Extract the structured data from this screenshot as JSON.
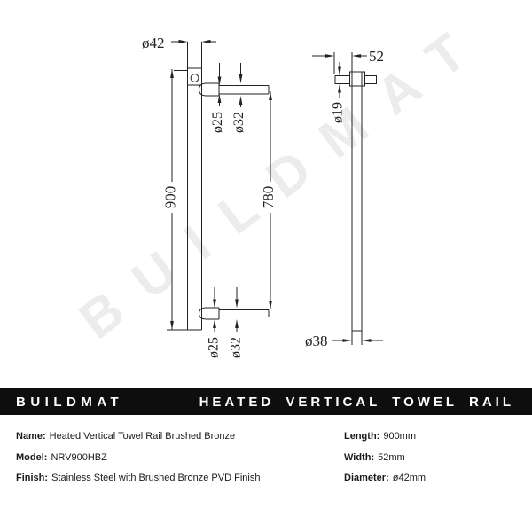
{
  "watermark": "BUILDMAT",
  "banner": {
    "brand": "BUILDMAT",
    "title": "HEATED VERTICAL TOWEL RAIL"
  },
  "drawing": {
    "front": {
      "rail_diameter": "ø42",
      "rail_length": "900",
      "pin_spacing": "780",
      "pin_diameter": "ø25",
      "pin_base_diameter": "ø32"
    },
    "side": {
      "depth": "52",
      "pin_diameter": "ø19",
      "base_diameter": "ø38"
    }
  },
  "specs": {
    "left": [
      {
        "label": "Name:",
        "value": "Heated Vertical Towel Rail Brushed Bronze"
      },
      {
        "label": "Model:",
        "value": "NRV900HBZ"
      },
      {
        "label": "Finish:",
        "value": "Stainless Steel with Brushed Bronze PVD Finish"
      }
    ],
    "right": [
      {
        "label": "Length:",
        "value": "900mm"
      },
      {
        "label": "Width:",
        "value": "52mm"
      },
      {
        "label": "Diameter:",
        "value": "ø42mm"
      }
    ]
  },
  "colors": {
    "banner_bg": "#0e0e0e",
    "banner_text": "#ffffff",
    "line": "#222222",
    "watermark": "rgba(0,0,0,0.075)"
  }
}
